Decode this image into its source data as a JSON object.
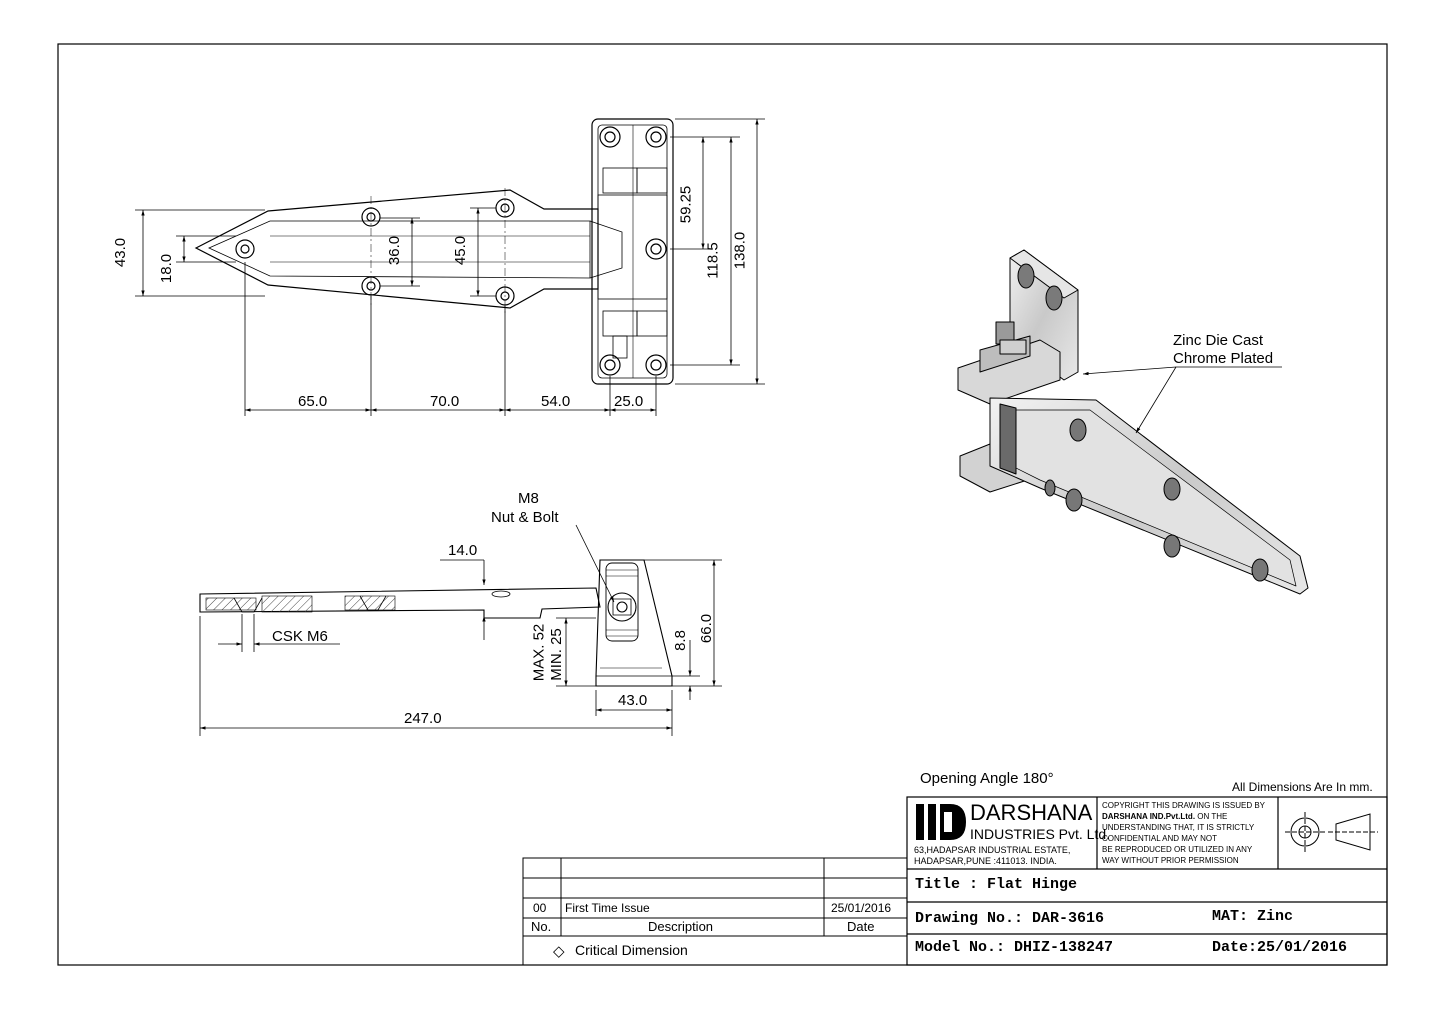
{
  "top_view": {
    "dim_overall_height": "43.0",
    "dim_center_slot": "18.0",
    "dim_hole_spacing_1": "36.0",
    "dim_hole_spacing_2": "45.0",
    "dim_plate_hole_spacing": "59.25",
    "dim_plate_outer": "118.5",
    "dim_plate_total": "138.0",
    "dim_h1": "65.0",
    "dim_h2": "70.0",
    "dim_h3": "54.0",
    "dim_h4": "25.0"
  },
  "side_view": {
    "bolt_label_1": "M8",
    "bolt_label_2": "Nut & Bolt",
    "dim_offset": "14.0",
    "countersink": "CSK M6",
    "dim_max": "MAX. 52",
    "dim_min": "MIN. 25",
    "dim_small": "8.8",
    "dim_height": "66.0",
    "dim_base": "43.0",
    "dim_length": "247.0"
  },
  "iso_view": {
    "material_line_1": "Zinc Die Cast",
    "material_line_2": "Chrome Plated"
  },
  "notes": {
    "opening_angle": "Opening Angle 180°",
    "units": "All Dimensions Are In mm."
  },
  "company": {
    "name": "DARSHANA",
    "subname": "INDUSTRIES Pvt. Ltd.",
    "address_1": "63,HADAPSAR INDUSTRIAL ESTATE,",
    "address_2": "HADAPSAR,PUNE :411013. INDIA.",
    "copyright_1": "COPYRIGHT THIS DRAWING IS ISSUED BY",
    "copyright_2_bold": "DARSHANA IND.Pvt.Ltd.",
    "copyright_2_rest": " ON THE",
    "copyright_3": "UNDERSTANDING THAT, IT IS STRICTLY",
    "copyright_4": "CONFIDENTIAL AND MAY NOT",
    "copyright_5": "BE REPRODUCED OR UTILIZED IN ANY",
    "copyright_6": "WAY WITHOUT PRIOR PERMISSION"
  },
  "title_block": {
    "title": "Title : Flat Hinge",
    "drawing_no": "Drawing No.: DAR-3616",
    "material": "MAT: Zinc",
    "model_no": "Model No.: DHIZ-138247",
    "date": "Date:25/01/2016"
  },
  "revision_table": {
    "rows": [
      {
        "no": "00",
        "description": "First Time Issue",
        "date": "25/01/2016"
      }
    ],
    "header": {
      "no": "No.",
      "description": "Description",
      "date": "Date"
    },
    "legend_symbol": "◇",
    "legend": "Critical Dimension"
  },
  "colors": {
    "line": "#000000",
    "hatch": "#555555",
    "fill_gray": "#c8c8c8"
  }
}
